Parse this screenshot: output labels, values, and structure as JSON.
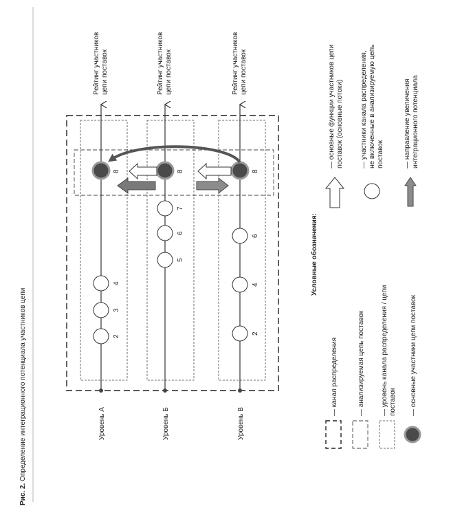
{
  "caption": {
    "bold": "Рис. 2.",
    "text": " Определение интеграционного потенциала участников цепи"
  },
  "levels": [
    {
      "label": "Уровень А",
      "rating": [
        "Рейтинг участников",
        "цепи поставок"
      ],
      "nodes": [
        "2",
        "3",
        "4"
      ],
      "key_node": "8"
    },
    {
      "label": "Уровень Б",
      "rating": [
        "Рейтинг участников",
        "цепи поставок"
      ],
      "nodes": [
        "5",
        "6",
        "7"
      ],
      "key_node": "8"
    },
    {
      "label": "Уровень В",
      "rating": [
        "Рейтинг участников",
        "цепи поставок"
      ],
      "nodes": [
        "2",
        "4",
        "6"
      ],
      "key_node": "8"
    }
  ],
  "legend": {
    "title": "Условные обозначения:",
    "items": [
      [
        "— канал распределения"
      ],
      [
        "— анализируемая цепь поставок"
      ],
      [
        "— уровень канала распределения / цепи",
        "поставок"
      ],
      [
        "— основные участники цепи поставок"
      ],
      [
        "— основные функции участников цепи",
        "поставок (основные потоки)"
      ],
      [
        "— участники канала распределения,",
        "не включенные в анализируемую цепь",
        "поставок"
      ],
      [
        "— направление увеличения",
        "интеграционного потенциала"
      ]
    ]
  },
  "colors": {
    "line": "#333333",
    "key_node_fill": "#4a4a4a",
    "key_node_ring": "#9a9a9a",
    "arrow_fill": "#8c8c8c",
    "curve": "#555555"
  }
}
